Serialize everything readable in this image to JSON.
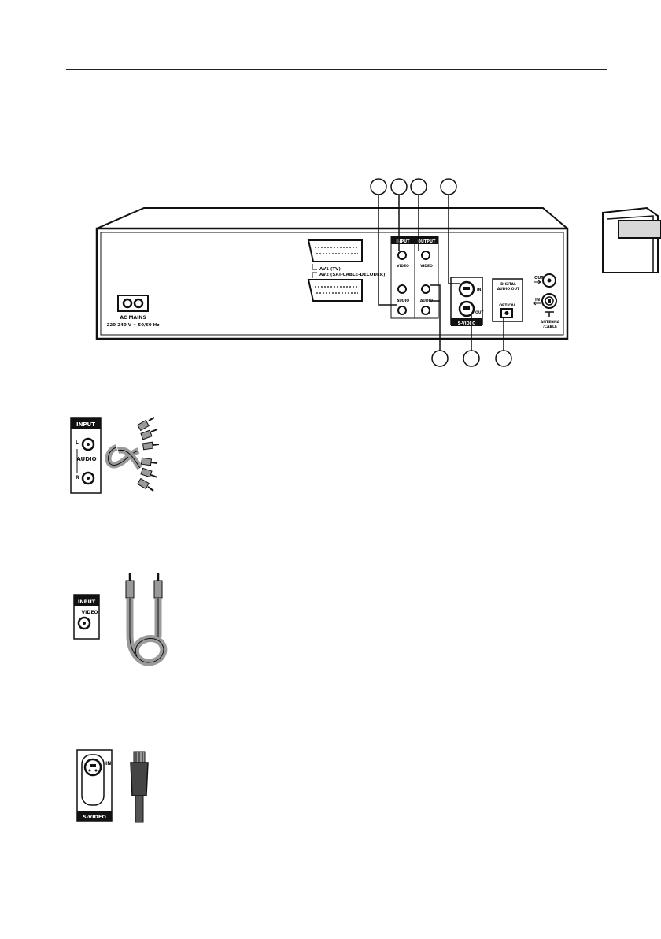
{
  "rear_panel": {
    "ac_mains_label": "AC MAINS",
    "ac_mains_spec": "220-240 V ~ 50/60 Hz",
    "av1_label": "AV1 (TV)",
    "av2_label": "AV2 (SAT-CABLE-DECODER)",
    "input_header": "INPUT",
    "output_header": "OUTPUT",
    "video_label": "VIDEO",
    "audio_label": "AUDIO",
    "svideo_in": "IN",
    "svideo_out": "OUT",
    "svideo_label": "S-VIDEO",
    "digital_audio_out": [
      "DIGITAL",
      "AUDIO OUT"
    ],
    "optical_label": "OPTICAL",
    "rf_out": "OUT",
    "rf_in": "IN",
    "antenna_label": [
      "ANTENNA",
      "/CABLE"
    ]
  },
  "audio_input_figure": {
    "header": "INPUT",
    "audio_label": "AUDIO",
    "left": "L",
    "right": "R"
  },
  "video_input_figure": {
    "header": "INPUT",
    "video_label": "VIDEO"
  },
  "svideo_figure": {
    "in_label": "IN",
    "footer": "S-VIDEO"
  },
  "colors": {
    "ink": "#111111",
    "tab_fill": "#d8d8d8",
    "cable_gray": "#9a9a9a"
  }
}
